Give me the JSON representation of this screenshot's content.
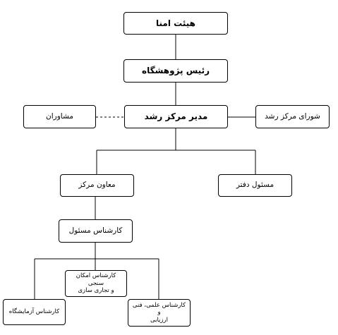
{
  "nodes": {
    "board_of_trustees": "هیئت امنا",
    "institute_president": "رئیس پژوهشگاه",
    "center_manager": "مدیر مرکز رشد",
    "advisors": "مشاوران",
    "center_council": "شورای مرکز رشد",
    "deputy": "معاون مرکز",
    "office_manager": "مسئول دفتر",
    "responsible_expert": "کارشناس مسئول",
    "feasibility_expert": "کارشناس امکان سنجی\nو تجاری سازی",
    "lab_expert": "کارشناس آزمایشگاه",
    "scientific_expert": "کارشناس علمی، فنی و\nارزیابی"
  }
}
